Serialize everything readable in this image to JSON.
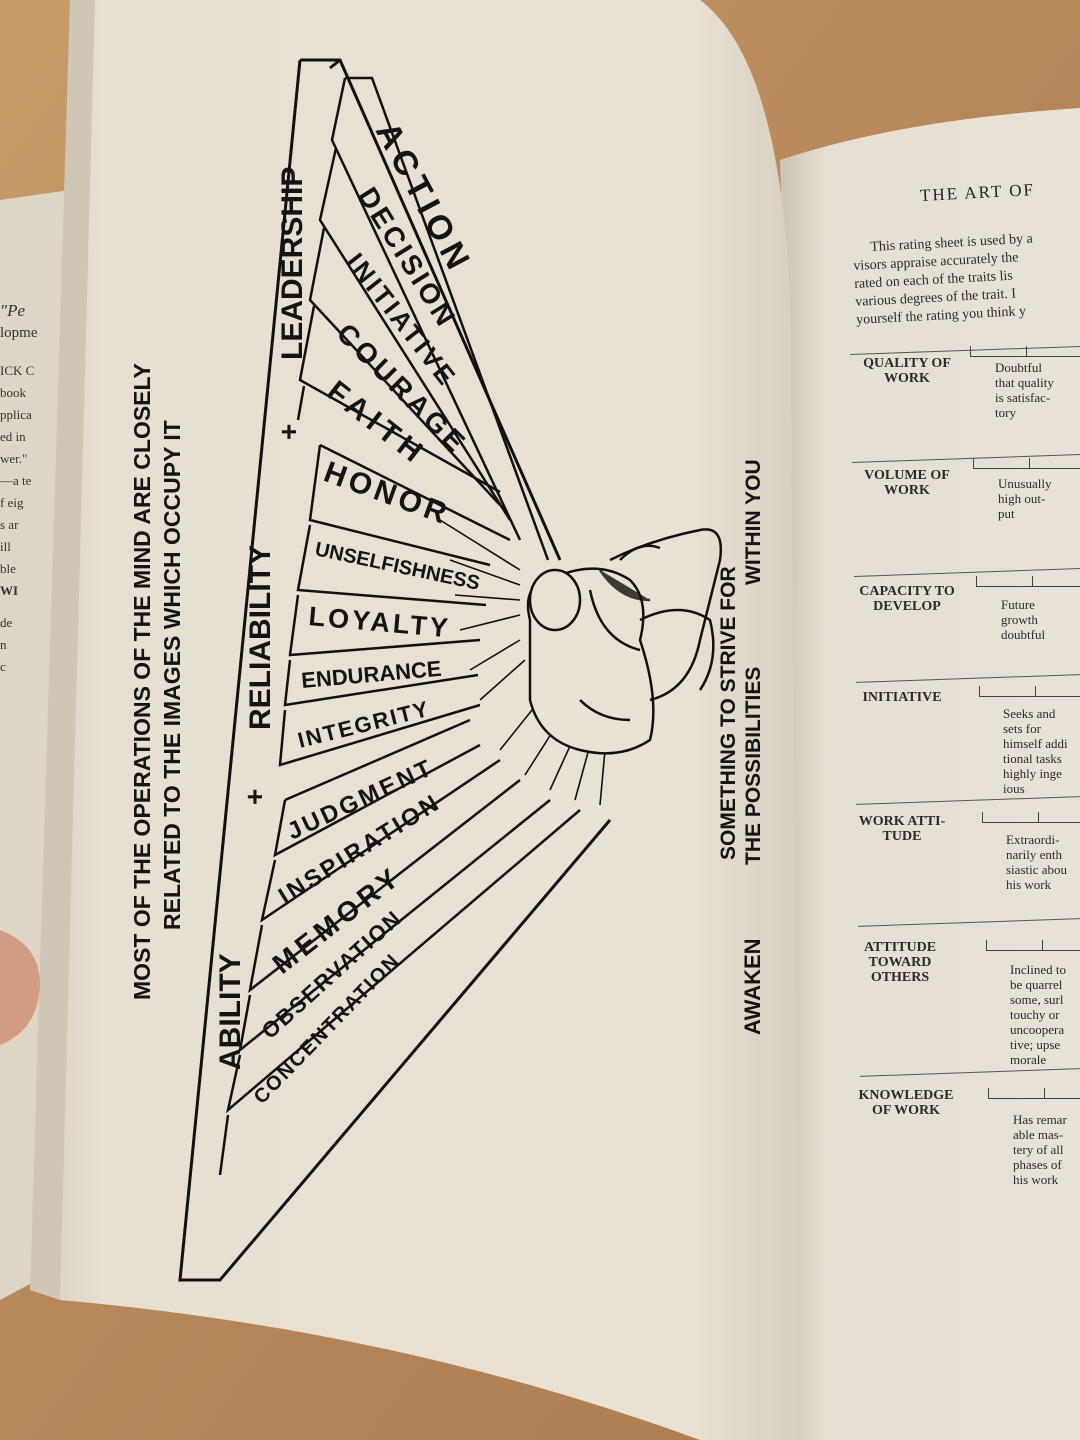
{
  "left_edge": {
    "lines": [
      "\"Pe",
      "lopme",
      "ICK C",
      "book",
      "pplica",
      "ed in",
      "wer.\"",
      "—a te",
      "f eig",
      "s ar",
      "ill",
      "ble",
      "WI",
      "de",
      "n",
      "c"
    ]
  },
  "diagram": {
    "headline_line1": "MOST OF THE OPERATIONS OF THE MIND ARE CLOSELY",
    "headline_line2": "RELATED TO THE IMAGES WHICH OCCUPY IT",
    "side_labels": [
      "ABILITY",
      "+",
      "RELIABILITY",
      "+",
      "LEADERSHIP"
    ],
    "leadership_rays": [
      "ACTION",
      "DECISION",
      "INITIATIVE",
      "COURAGE",
      "FAITH"
    ],
    "reliability_rays": [
      "HONOR",
      "UNSELFISHNESS",
      "LOYALTY",
      "ENDURANCE",
      "INTEGRITY"
    ],
    "ability_rays": [
      "JUDGMENT",
      "INSPIRATION",
      "MEMORY",
      "OBSERVATION",
      "CONCENTRATION"
    ],
    "caption_line1": "SOMETHING TO STRIVE FOR",
    "caption_line2a": "AWAKEN",
    "caption_line2b": "THE POSSIBILITIES",
    "caption_line2c": "WITHIN YOU"
  },
  "right_page": {
    "running_head": "THE ART OF",
    "intro": [
      "This rating sheet is used by a",
      "visors appraise accurately the",
      "rated on each of the traits lis",
      "various degrees of the trait. I",
      "yourself the rating you think y"
    ],
    "rows": [
      {
        "criterion": "QUALITY OF\nWORK",
        "description": "Doubtful\nthat quality\nis satisfac-\ntory"
      },
      {
        "criterion": "VOLUME OF\nWORK",
        "description": "Unusually\nhigh out-\nput"
      },
      {
        "criterion": "CAPACITY TO\nDEVELOP",
        "description": "Future\ngrowth\ndoubtful"
      },
      {
        "criterion": "INITIATIVE",
        "description": "Seeks and\nsets for\nhimself addi\ntional tasks\nhighly inge\nious"
      },
      {
        "criterion": "WORK ATTI-\nTUDE",
        "description": "Extraordi-\nnarily enth\nsiastic abou\nhis work"
      },
      {
        "criterion": "ATTITUDE\nTOWARD\nOTHERS",
        "description": "Inclined to\nbe quarrel\nsome, surl\ntouchy or\nuncoopera\ntive; upse\nmorale"
      },
      {
        "criterion": "KNOWLEDGE\nOF WORK",
        "description": "Has remar\nable mas-\ntery of all\nphases of\nhis work"
      }
    ]
  }
}
